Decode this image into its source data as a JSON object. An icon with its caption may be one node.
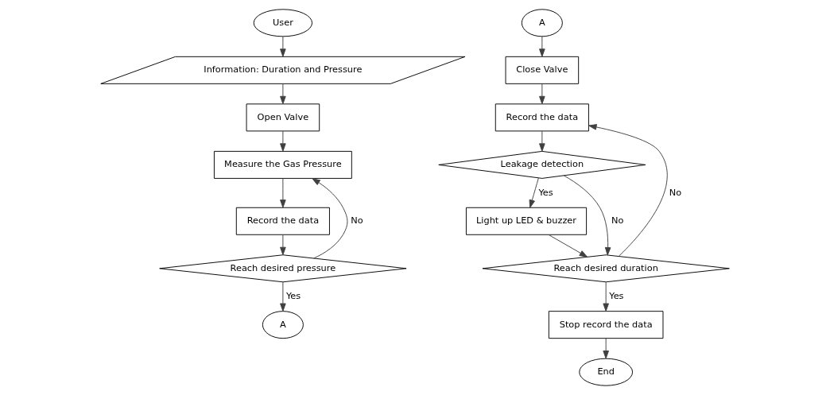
{
  "diagram": {
    "nodes": [
      {
        "text": [
          "User"
        ]
      },
      {
        "text": [
          "Information: Duration and Pressure"
        ]
      },
      {
        "text": [
          "Open Valve"
        ]
      },
      {
        "text": [
          "Measure the Gas Pressure"
        ]
      },
      {
        "text": [
          "Record the data"
        ]
      },
      {
        "text": [
          "Reach desired pressure"
        ]
      },
      {
        "text": [
          "A"
        ]
      },
      {
        "text": [
          "A"
        ]
      },
      {
        "text": [
          "Close Valve"
        ]
      },
      {
        "text": [
          "Record the data"
        ]
      },
      {
        "text": [
          "Leakage detection"
        ]
      },
      {
        "text": [
          "Light up LED & buzzer"
        ]
      },
      {
        "text": [
          "Reach desired duration"
        ]
      },
      {
        "text": [
          "Stop record the data"
        ]
      },
      {
        "text": [
          "End"
        ]
      }
    ],
    "edges": [
      {
        "from": 0,
        "to": 1,
        "arrow": "to"
      },
      {
        "from": 1,
        "to": 2,
        "arrow": "to"
      },
      {
        "from": 2,
        "to": 3,
        "arrow": "to"
      },
      {
        "from": 3,
        "to": 4,
        "arrow": "to"
      },
      {
        "from": 4,
        "to": 5,
        "arrow": "to"
      },
      {
        "from": 5,
        "to": 3,
        "arrow": "to",
        "label": "No"
      },
      {
        "from": 5,
        "to": 6,
        "arrow": "to",
        "label": "Yes"
      },
      {
        "from": 7,
        "to": 8,
        "arrow": "to"
      },
      {
        "from": 8,
        "to": 9,
        "arrow": "to"
      },
      {
        "from": 9,
        "to": 10,
        "arrow": "to"
      },
      {
        "from": 10,
        "to": 11,
        "arrow": "to",
        "label": "Yes"
      },
      {
        "from": 10,
        "to": 12,
        "arrow": "to",
        "label": "No"
      },
      {
        "from": 11,
        "to": 12,
        "arrow": "to"
      },
      {
        "from": 12,
        "to": 9,
        "arrow": "to",
        "label": "No"
      },
      {
        "from": 12,
        "to": 13,
        "arrow": "to",
        "label": "Yes"
      },
      {
        "from": 13,
        "to": 14,
        "arrow": "to"
      }
    ]
  }
}
